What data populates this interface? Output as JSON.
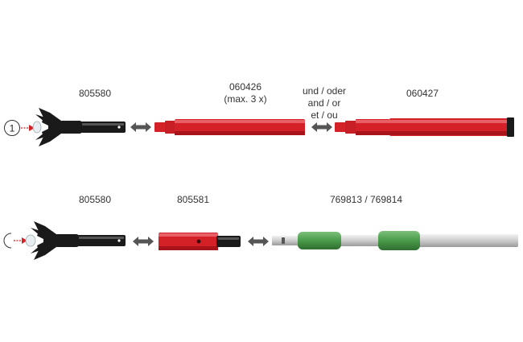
{
  "row1": {
    "label_gripper": "805580",
    "label_red_pole": "060426",
    "label_red_pole_note": "(max. 3 x)",
    "conjunction": [
      "und / oder",
      "and / or",
      "et / ou"
    ],
    "label_red_pole_long": "060427",
    "step_marker": "1"
  },
  "row2": {
    "label_gripper": "805580",
    "label_adapter": "805581",
    "label_telescopic": "769813 / 769814"
  },
  "colors": {
    "red": "#d42027",
    "black": "#1a1a1a",
    "green": "#4a9a4a",
    "silver": "#c8c8c8",
    "arrow": "#555555"
  },
  "icons": [
    "gripper-tool-icon",
    "double-arrow-icon",
    "red-arrow-icon",
    "circle-marker-icon"
  ]
}
